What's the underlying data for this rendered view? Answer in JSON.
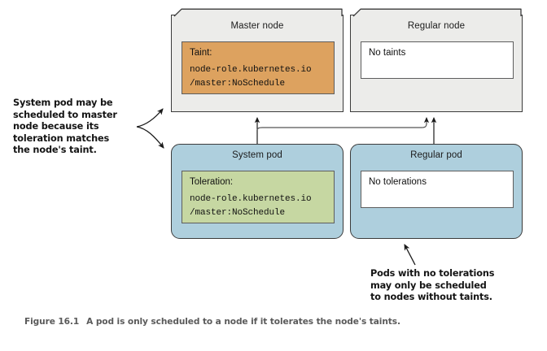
{
  "figure": {
    "caption_number": "Figure 16.1",
    "caption_text": "A pod is only scheduled to a node if it tolerates the node's taints."
  },
  "colors": {
    "node_fill": "#ececea",
    "pod_fill": "#aecfdd",
    "taint_fill": "#dda25f",
    "toleration_fill": "#c6d7a2",
    "panel_white": "#ffffff",
    "stroke": "#3b3b3b",
    "caption_text": "#5a5a5a"
  },
  "nodes": [
    {
      "id": "master-node",
      "title": "Master node",
      "panel_kind": "taint",
      "panel_label": "Taint:",
      "panel_line1": "node-role.kubernetes.io",
      "panel_line2": "/master:NoSchedule"
    },
    {
      "id": "regular-node",
      "title": "Regular node",
      "panel_kind": "none",
      "panel_label": "No taints",
      "panel_line1": "",
      "panel_line2": ""
    }
  ],
  "pods": [
    {
      "id": "system-pod",
      "title": "System pod",
      "panel_kind": "toleration",
      "panel_label": "Toleration:",
      "panel_line1": "node-role.kubernetes.io",
      "panel_line2": "/master:NoSchedule"
    },
    {
      "id": "regular-pod",
      "title": "Regular pod",
      "panel_kind": "none",
      "panel_label": "No tolerations",
      "panel_line1": "",
      "panel_line2": ""
    }
  ],
  "annotations": [
    {
      "id": "left-annotation",
      "lines": [
        "System pod may be",
        "scheduled to master",
        "node because its",
        "toleration matches",
        "the node's taint."
      ],
      "text": "System pod may be scheduled to master node because its toleration matches the node's taint."
    },
    {
      "id": "right-annotation",
      "lines": [
        "Pods with no tolerations",
        "may only be scheduled",
        "to nodes without taints."
      ],
      "text": "Pods with no tolerations may only be scheduled to nodes without taints."
    }
  ]
}
